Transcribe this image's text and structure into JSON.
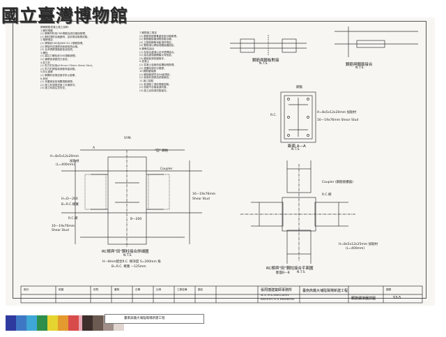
{
  "header": {
    "logo_text": "國立臺灣博物館"
  },
  "notes": {
    "col1": [
      "鋼骨鋼筋混凝土施工說明：",
      "1.鋼材規範",
      "  (1) 鋼骨材料依CNS規範及設計圖說辦理。",
      "  (2) 鋼材須附出廠證明，並依規定取樣試驗。",
      "2.電銲規定",
      "  (1) 銲條依CNS及AWS D1.1規範辦理。",
      "  (2) 銲接完成須經非破壞檢測合格。",
      "  (3) 全滲透銲須做超音波檢測。",
      "3.螺栓",
      "  (1) 高拉力螺栓依CNS規範辦理。",
      "  (2) 鎖緊後須做扭力檢查。",
      "4.剪力釘",
      "  (1) 剪力釘採用ψ19mm×76mm Shear Stud。",
      "  (2) 剪力釘銲接後須做彎曲試驗。",
      "5.防火被覆",
      "  (1) 鋼構件依規定施作防火被覆。",
      "6.其他",
      "  (1) 未盡事宜依相關規範辦理。",
      "  (2) 施工前須提送施工計畫核可。",
      "  (3) 施工時須注意安全。"
    ],
    "col2": [
      "7.鋼筋施工規定",
      "  (1) 鋼筋穿越鋼骨處依設計圖辦理。",
      "  (2) 鋼筋續接器須經檢驗合格。",
      "  (3) 主筋與鋼骨淨距須符規定。",
      "  (4) 箍筋須以銲接或續接器固定。",
      "8.鋼骨柱接合",
      "  (1) 柱接合處須以全滲透銲接合。",
      "  (2) 接合處須避開最大彎矩區。",
      "  (3) 續接板須依圖施作。",
      "9.混凝土",
      "  (1) 混凝土強度依結構說明辦理。",
      "  (2) 澆置時須充分搗實。",
      "10.鋼筋續接器",
      "  (1) 續接器須符合SA級規定。",
      "  (2) 使用前須提送試驗報告。",
      "11.施工檢驗",
      "  (1) 各項施工須依規範檢驗。",
      "  (2) 檢驗不合格者須改善。",
      "  (3) 施工紀錄須完整保存。"
    ]
  },
  "drawings": {
    "rebar_plate": {
      "title": "鋼筋與鋼板對接",
      "scale": "N.T.S."
    },
    "rebar_coupler": {
      "title": "鋼筋與鋼筋接合",
      "scale": "N.T.S."
    },
    "section_aa": {
      "title": "斷面 A—A",
      "scale": "N.T.S.",
      "label_top": "鋼筋",
      "label_rc": "R.C.",
      "label_plate": "H=8x5x12x20mm 加勁材",
      "label_stud": "16—19x76mm Shear Stud"
    },
    "beam_column_elev": {
      "title": "RC樑與\"田\"鋼柱接合詳細圖",
      "scale": "N.T.S.",
      "note1": "H—8mm配合R.C. 樑深度 S=200mm 角",
      "note2": "B=R.C. 樑寬 —125mm",
      "label_plate": "H=8x5x12x20mm",
      "label_stiff": "加勁材",
      "label_len": "(L=400mm)",
      "label_sym": "SYM.",
      "label_col": "\"田\" 鋼柱",
      "label_coupler": "Coupler",
      "label_stud_r": "16—19x76mm",
      "label_stud_r2": "Shear Stud",
      "label_hd": "H=D—200",
      "label_b": "B=R.C.樑寬",
      "label_rc": "R.C.樑",
      "label_stud_l": "16—19x76mm",
      "label_stud_l2": "Shear Stud",
      "label_b200": "B—200",
      "label_a": "A"
    },
    "beam_column_plan": {
      "title": "RC樑與\"田\"鋼柱接合平面圖",
      "section": "斷面B—B",
      "scale": "N.T.S.",
      "label_coupler": "Coupler (鋼筋接續器)",
      "label_rc": "R.C.樑",
      "label_plate": "H=8x5x12x25mm 加勁材",
      "label_len": "(L=400mm)"
    }
  },
  "title_block": {
    "project": "臺南高鐵大埔陰陽場新建工程",
    "drawing_name": "鋼筋續接器詳圖",
    "firm_cn": "張周捷建築師事務所",
    "firm_en1": "W. K. M & ASSOCIATES",
    "firm_en2": "ARCHITECTS & ENGINEERS",
    "drawing_no": "S3-5",
    "fields": [
      "設計",
      "繪圖",
      "校對",
      "審核",
      "日期",
      "比例",
      "工程名稱",
      "圖名",
      "圖號"
    ]
  },
  "caption": {
    "text": "臺南高鐵大埔陰陽場新建工程"
  },
  "swatches": [
    "#2f3a9e",
    "#3e78c4",
    "#3ea7d6",
    "#2d8f4a",
    "#e6d431",
    "#e49a2f",
    "#d84b4b",
    "#e8a7b3",
    "#3d2f2b",
    "#6b5a50",
    "#a09089",
    "#e0d6cf"
  ]
}
